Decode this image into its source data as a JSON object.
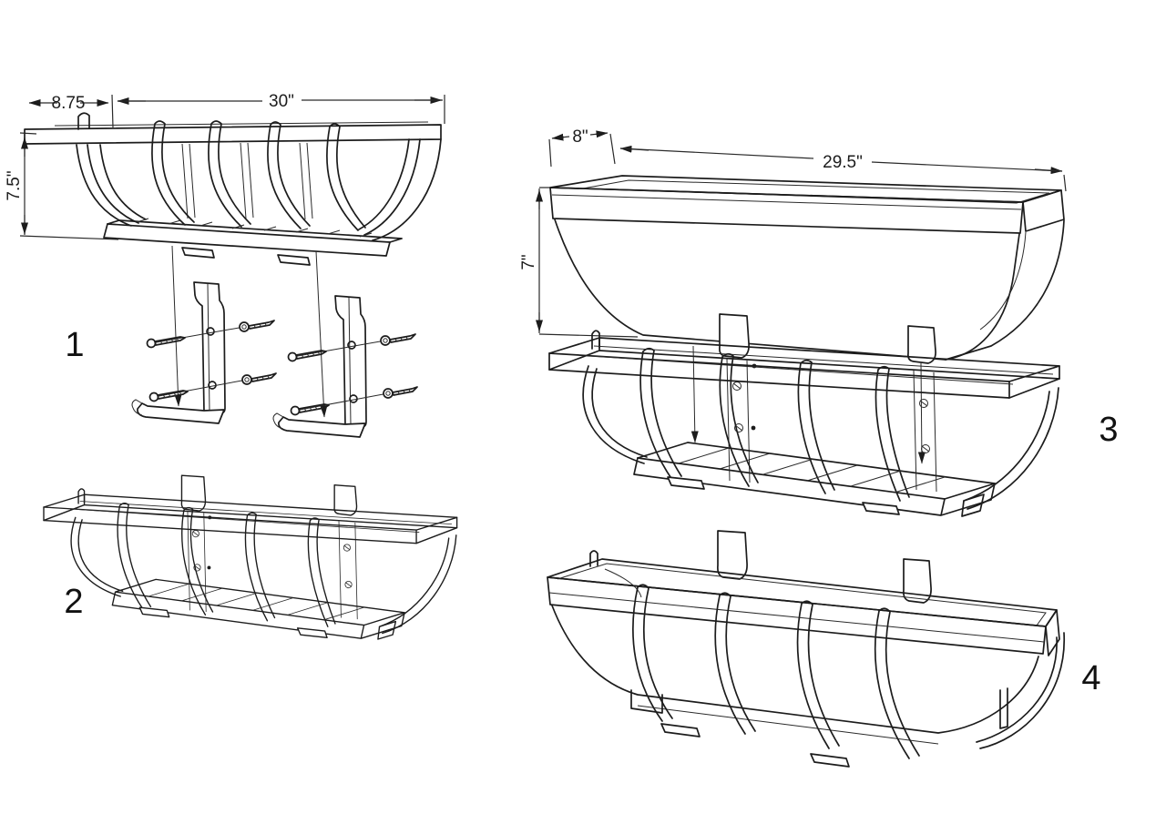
{
  "page": {
    "background": "#ffffff",
    "line_color": "#1c1c1c",
    "content": "exploded-assembly-diagram-of-window-box-cage-with-liner"
  },
  "steps": [
    {
      "id": "step-1",
      "number": "1"
    },
    {
      "id": "step-2",
      "number": "2"
    },
    {
      "id": "step-3",
      "number": "3"
    },
    {
      "id": "step-4",
      "number": "4"
    }
  ],
  "dimensions": {
    "cage": {
      "depth": "8.75",
      "length": "30\"",
      "height": "7.5\""
    },
    "liner": {
      "depth": "8\"",
      "length": "29.5\"",
      "height": "7\""
    }
  },
  "colors": {
    "line": "#1c1c1c",
    "background": "#ffffff"
  }
}
